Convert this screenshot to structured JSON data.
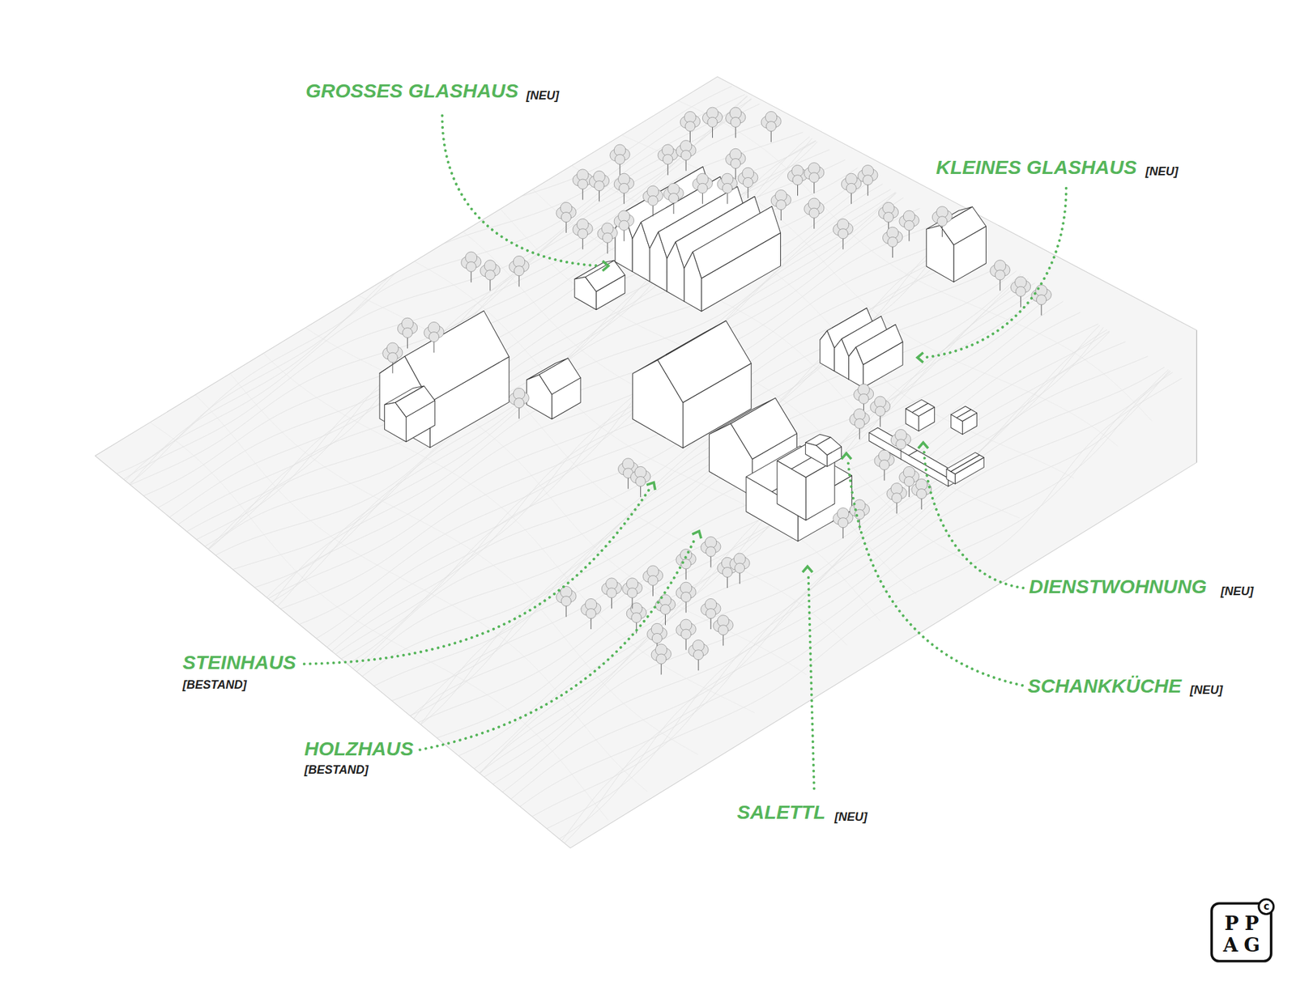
{
  "diagram": {
    "labels": [
      "GROSSES GLASHAUS",
      "[NEU]",
      "KLEINES GLASHAUS",
      "[NEU]",
      "STEINHAUS",
      "[BESTAND]",
      "HOLZHAUS",
      "[BESTAND]",
      "DIENSTWOHNUNG",
      "[NEU]",
      "SCHANKKÜCHE",
      "[NEU]",
      "SALETTL",
      "[NEU]",
      "PP",
      "AG",
      "c"
    ]
  }
}
